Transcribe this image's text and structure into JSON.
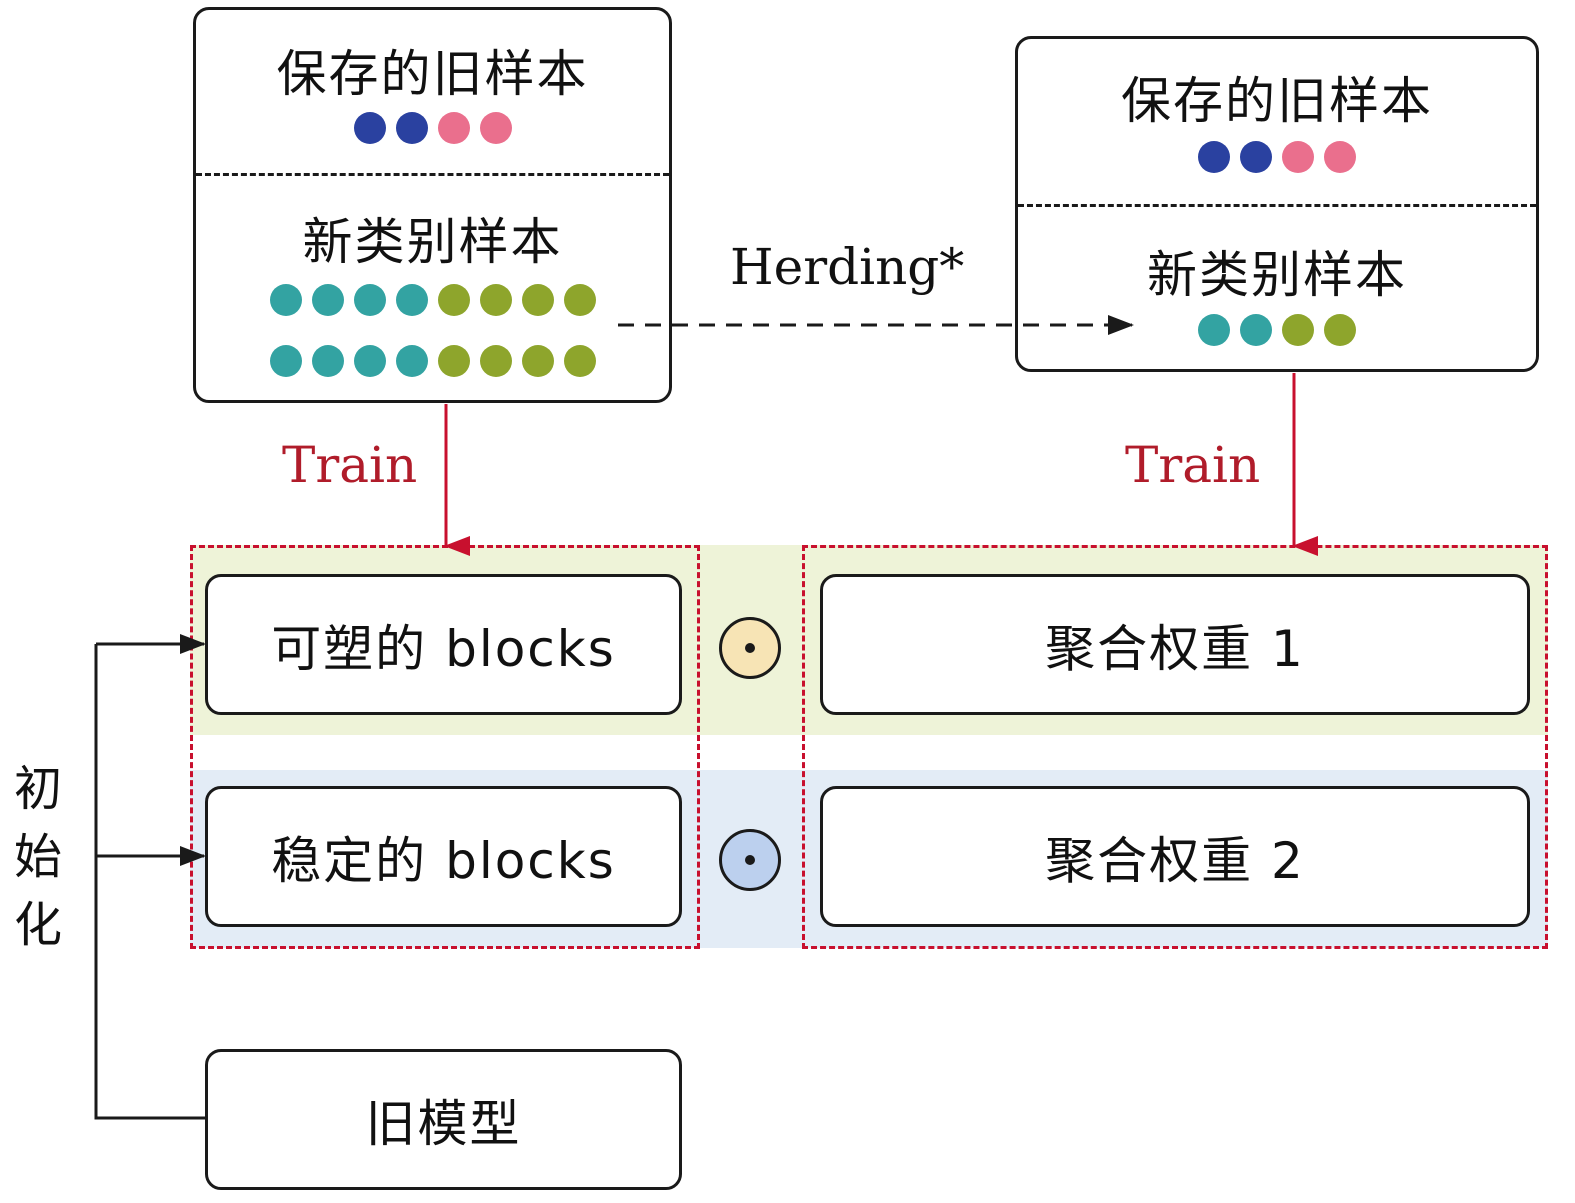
{
  "colors": {
    "old_blue": "#2a41a0",
    "old_pink": "#ea6f8d",
    "new_teal": "#33a3a2",
    "new_olive": "#8ea52c",
    "train_red": "#b01c2a",
    "band_green": "#eef3d8",
    "band_blue": "#e3ecf6",
    "odot_yellow": "#f7e4b5",
    "odot_blue": "#bcd0ee"
  },
  "left_box": {
    "old_title": "保存的旧样本",
    "old_dots": [
      "old_blue",
      "old_blue",
      "old_pink",
      "old_pink"
    ],
    "new_title": "新类别样本",
    "new_dots_row1": [
      "new_teal",
      "new_teal",
      "new_teal",
      "new_teal",
      "new_olive",
      "new_olive",
      "new_olive",
      "new_olive"
    ],
    "new_dots_row2": [
      "new_teal",
      "new_teal",
      "new_teal",
      "new_teal",
      "new_olive",
      "new_olive",
      "new_olive",
      "new_olive"
    ]
  },
  "herding_label": "Herding*",
  "right_box": {
    "old_title": "保存的旧样本",
    "old_dots": [
      "old_blue",
      "old_blue",
      "old_pink",
      "old_pink"
    ],
    "new_title": "新类别样本",
    "new_dots": [
      "new_teal",
      "new_teal",
      "new_olive",
      "new_olive"
    ]
  },
  "train_left": "Train",
  "train_right": "Train",
  "blocks": {
    "plastic": "可塑的 blocks",
    "stable": "稳定的 blocks",
    "weight1": "聚合权重 1",
    "weight2": "聚合权重 2",
    "old_model": "旧模型"
  },
  "init_label": [
    "初",
    "始",
    "化"
  ]
}
